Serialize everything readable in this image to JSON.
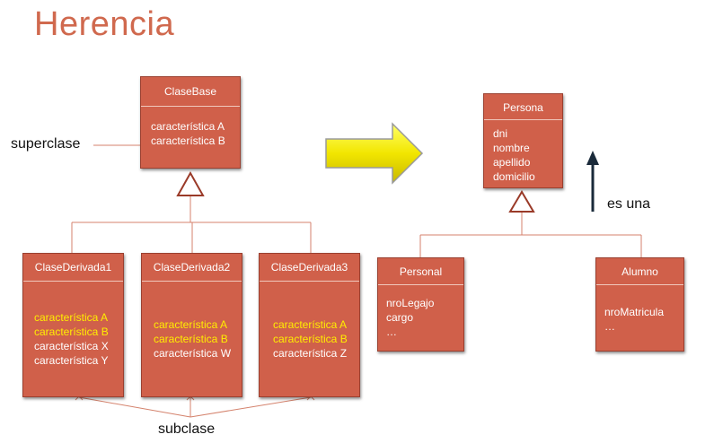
{
  "title": "Herencia",
  "labels": {
    "superclase": "superclase",
    "subclase": "subclase",
    "es_una": "es una"
  },
  "left": {
    "base": {
      "name": "ClaseBase",
      "attrs": [
        "característica A",
        "característica B"
      ]
    },
    "derived": [
      {
        "name": "ClaseDerivada1",
        "attrs": [
          {
            "text": "característica A",
            "highlight": true
          },
          {
            "text": "característica B",
            "highlight": true
          },
          {
            "text": "característica X",
            "highlight": false
          },
          {
            "text": "característica Y",
            "highlight": false
          }
        ]
      },
      {
        "name": "ClaseDerivada2",
        "attrs": [
          {
            "text": "característica A",
            "highlight": true
          },
          {
            "text": "característica B",
            "highlight": true
          },
          {
            "text": "característica W",
            "highlight": false
          }
        ]
      },
      {
        "name": "ClaseDerivada3",
        "attrs": [
          {
            "text": "característica A",
            "highlight": true
          },
          {
            "text": "característica B",
            "highlight": true
          },
          {
            "text": "característica Z",
            "highlight": false
          }
        ]
      }
    ]
  },
  "right": {
    "base": {
      "name": "Persona",
      "attrs": [
        "dni",
        "nombre",
        "apellido",
        "domicilio"
      ]
    },
    "derived": [
      {
        "name": "Personal",
        "attrs": [
          "nroLegajo",
          "cargo",
          "…"
        ]
      },
      {
        "name": "Alumno",
        "attrs": [
          "nroMatricula",
          "…"
        ]
      }
    ]
  },
  "colors": {
    "box_fill": "#d0604a",
    "highlight_text": "#ffee00",
    "title": "#d0694e",
    "arrow_fill": "#f2e600",
    "connector": "#d4826c"
  }
}
